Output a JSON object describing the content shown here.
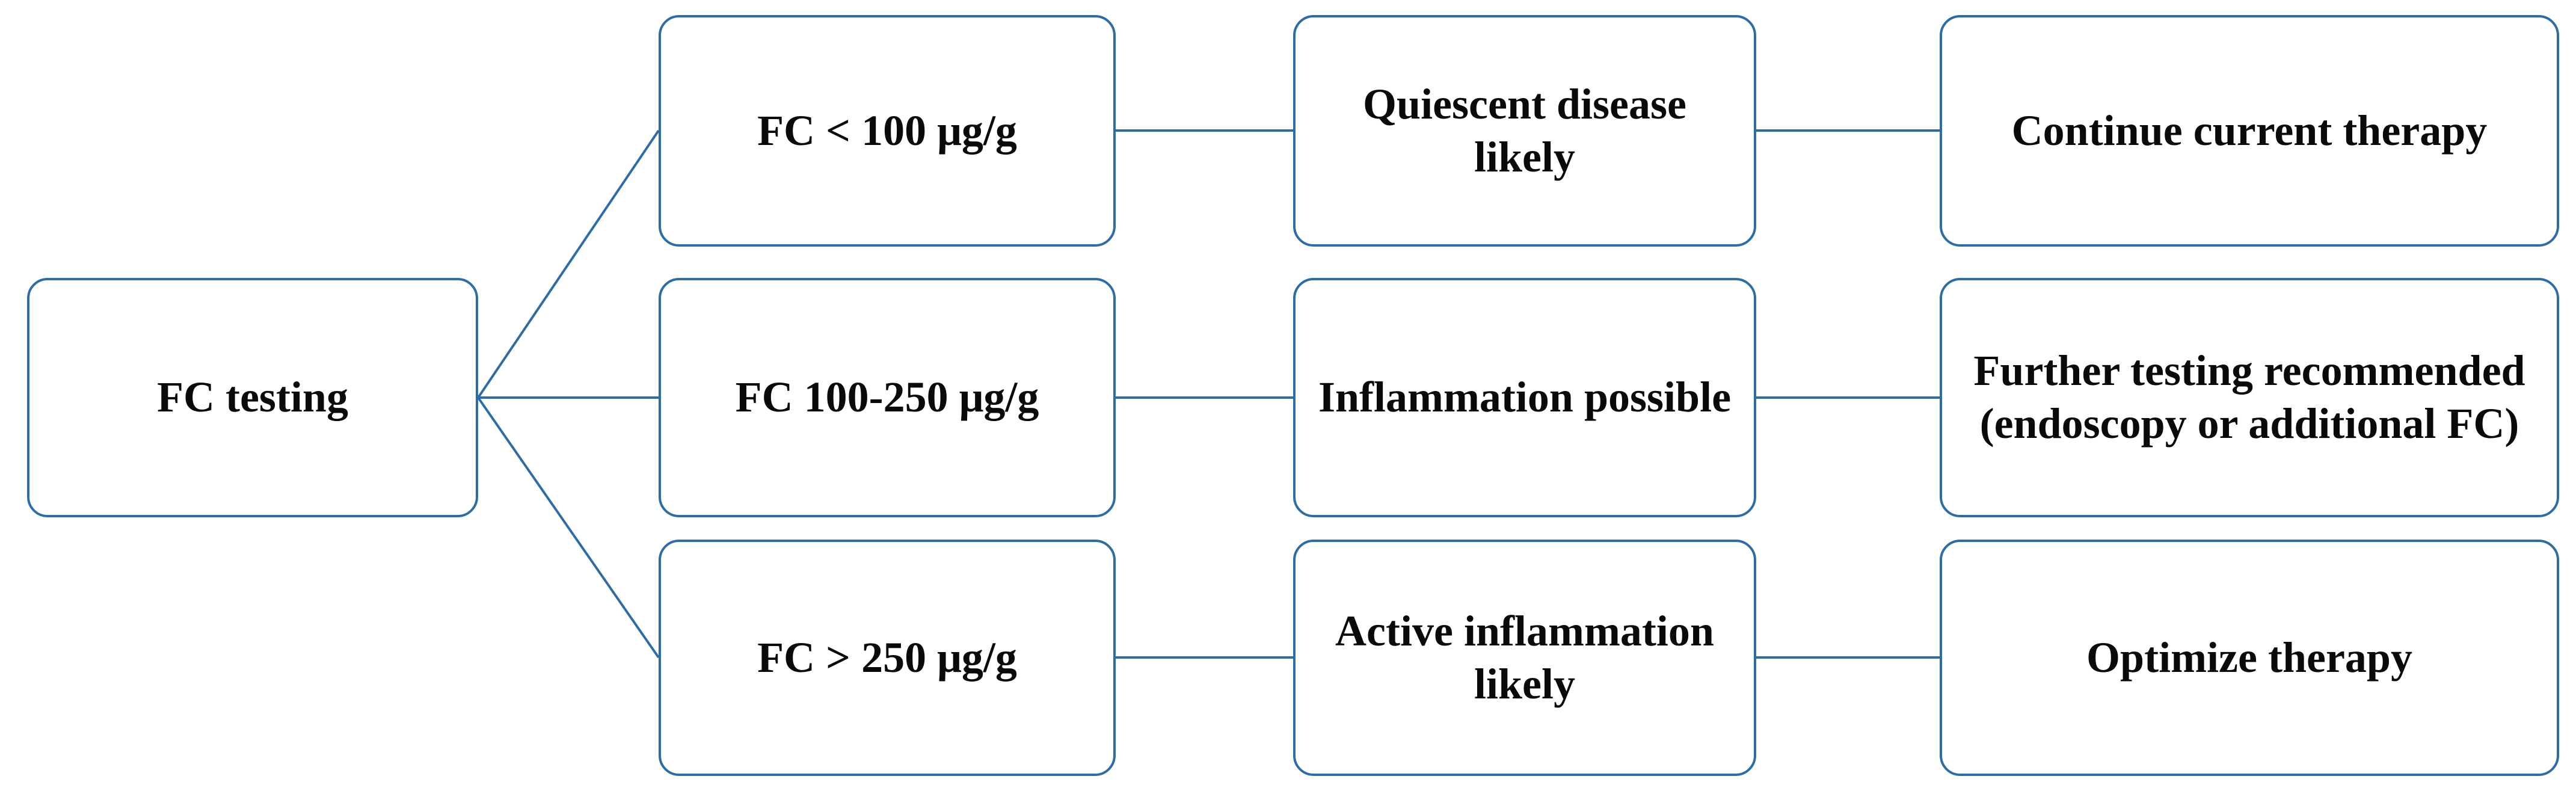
{
  "colors": {
    "line_blue": "#2d6da6",
    "box_border_blue": "#2d6da6",
    "text": "#0a0a0a",
    "background": "#ffffff"
  },
  "flowchart": {
    "root": {
      "label": "FC testing"
    },
    "branches": [
      {
        "threshold": "FC < 100 μg/g",
        "interpretation": "Quiescent disease\nlikely",
        "action": "Continue current therapy"
      },
      {
        "threshold": "FC 100-250 μg/g",
        "interpretation": "Inflammation possible",
        "action": "Further testing recommended\n(endoscopy or additional FC)"
      },
      {
        "threshold": "FC > 250 μg/g",
        "interpretation": "Active inflammation\nlikely",
        "action": "Optimize therapy"
      }
    ]
  }
}
